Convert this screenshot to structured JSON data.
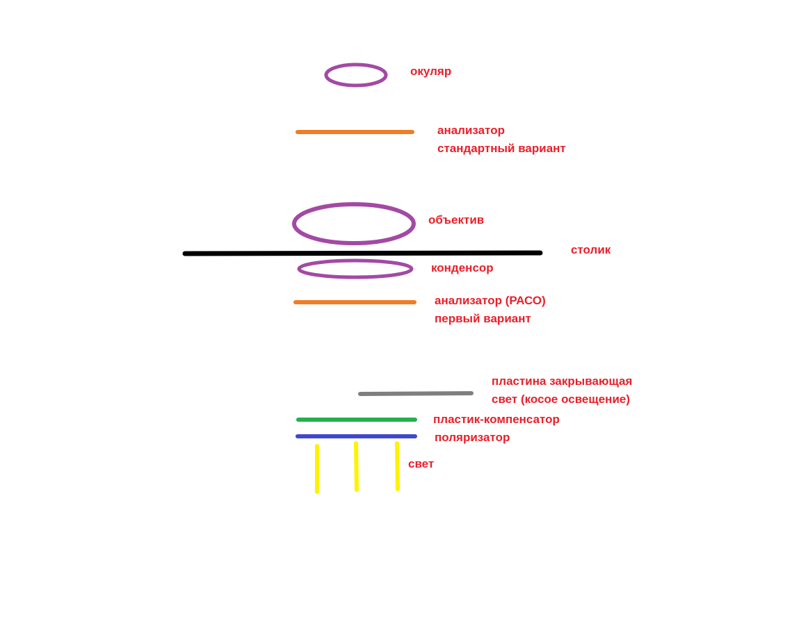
{
  "colors": {
    "label_text": "#e8202a",
    "lens": "#a349a4",
    "analyzer": "#f07c25",
    "stage": "#000000",
    "blocking_plate": "#7f7f7f",
    "compensator": "#22b14c",
    "polarizer": "#3f48cc",
    "light": "#fff200"
  },
  "labels": {
    "eyepiece": "окуляр",
    "analyzer_standard_1": "анализатор",
    "analyzer_standard_2": "стандартный вариант",
    "objective": "объектив",
    "stage": "столик",
    "condenser": "конденсор",
    "analyzer_paco_1": "анализатор (РАСО)",
    "analyzer_paco_2": "первый вариант",
    "blocking_plate_1": "пластина закрывающая",
    "blocking_plate_2": "свет (косое освещение)",
    "compensator": "пластик-компенсатор",
    "polarizer": "поляризатор",
    "light": "свет"
  },
  "icons": {
    "eyepiece": "ellipse-lens-icon",
    "objective": "ellipse-lens-icon",
    "condenser": "ellipse-lens-icon",
    "light": "vertical-ray-icon"
  }
}
